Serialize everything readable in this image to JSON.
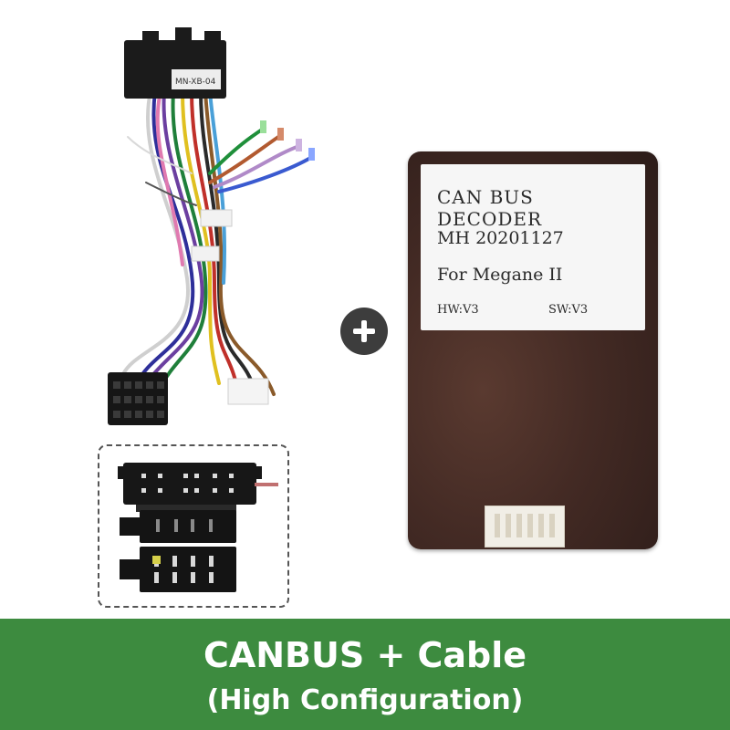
{
  "connector_tag": "MN-XB-04",
  "decoder_label": {
    "line1": "CAN BUS DECODER",
    "line2": "MH  20201127",
    "line3": "For Megane II",
    "hw": "HW:V3",
    "sw": "SW:V3"
  },
  "banner": {
    "title": "CANBUS + Cable",
    "subtitle": "(High Configuration)"
  },
  "colors": {
    "banner": "#3d8b3f",
    "decoder_body": "#432a24",
    "plus_circle": "#3d3d3d"
  },
  "icons": [
    "plus-icon"
  ]
}
